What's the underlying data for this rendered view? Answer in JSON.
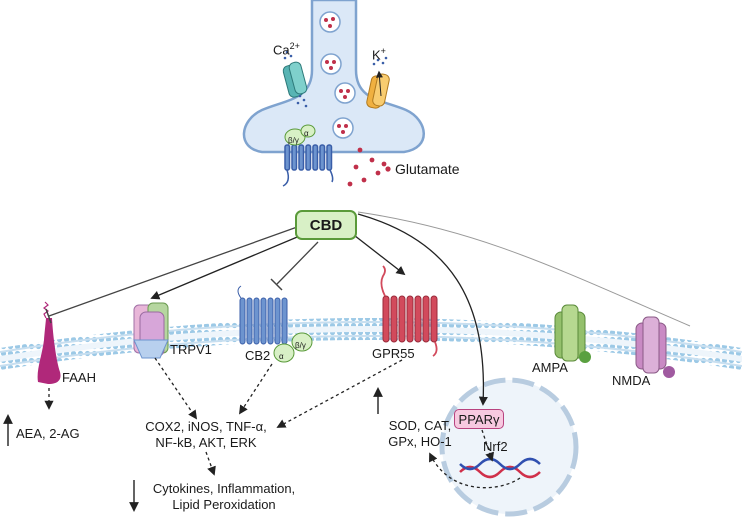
{
  "labels": {
    "cbd": "CBD",
    "glutamate": "Glutamate",
    "calcium_ion": "Ca",
    "calcium_charge": "2+",
    "potassium_ion": "K",
    "potassium_charge": "+",
    "beta_gamma_top": "β/γ",
    "alpha_top": "α",
    "beta_gamma_cb2": "β/γ",
    "alpha_cb2": "α",
    "faah": "FAAH",
    "trpv1": "TRPV1",
    "cb2": "CB2",
    "gpr55": "GPR55",
    "ampa": "AMPA",
    "nmda": "NMDA",
    "ppar": "PPARγ",
    "nrf2": "Nrf2",
    "aea": "AEA, 2-AG",
    "cox_line1": "COX2, iNOS, TNF-α,",
    "cox_line2": "NF-kB, AKT, ERK",
    "cyto_line1": "Cytokines, Inflammation,",
    "cyto_line2": "Lipid Peroxidation",
    "sod_line1": "SOD, CAT,",
    "sod_line2": "GPx, HO-1"
  },
  "arrow_directions": {
    "aea": "up",
    "cytokines": "down",
    "sod": "up"
  },
  "colors": {
    "neuron_fill": "#dbe8f7",
    "neuron_stroke": "#7fa3cf",
    "membrane_head": "#9cc9e6",
    "cbd_fill": "#d8f0c6",
    "faah": "#b0287a",
    "trpv1": "#d7a6d9",
    "cb2": "#6d94cf",
    "gpr55": "#d24a5c",
    "ampa": "#94c06c",
    "nmda": "#c98ac4",
    "vesicle_dot": "#c0304a",
    "dna_red": "#d0304a",
    "dna_blue": "#3050b0"
  },
  "icons": [
    "ca-channel-icon",
    "k-channel-icon",
    "gpcr-icon",
    "vesicle-icon",
    "dna-icon"
  ]
}
